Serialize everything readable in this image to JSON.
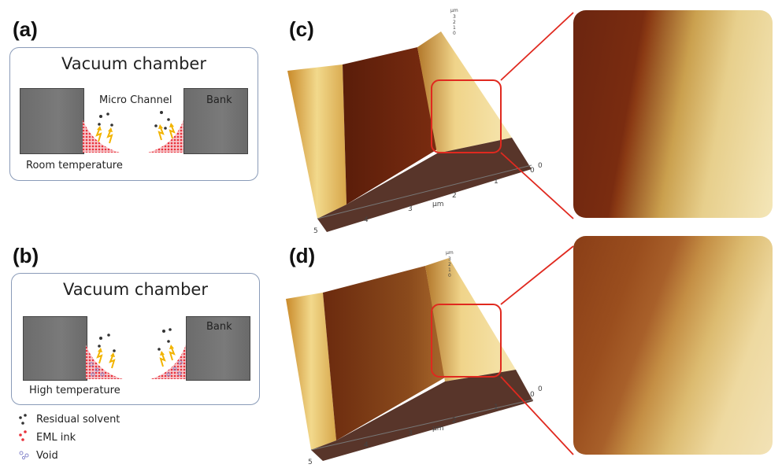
{
  "panels": {
    "a": {
      "label": "(a)",
      "chamber_title": "Vacuum chamber",
      "channel_label": "Micro Channel",
      "bank_label": "Bank",
      "temperature_label": "Room temperature"
    },
    "b": {
      "label": "(b)",
      "chamber_title": "Vacuum chamber",
      "bank_label": "Bank",
      "temperature_label": "High temperature"
    },
    "c": {
      "label": "(c)"
    },
    "d": {
      "label": "(d)"
    }
  },
  "legend": {
    "items": [
      {
        "label": "Residual solvent",
        "icon": "residual-solvent-dots"
      },
      {
        "label": "EML ink",
        "icon": "eml-ink-dots"
      },
      {
        "label": "Void",
        "icon": "void-circles"
      }
    ]
  },
  "afm_axes": {
    "x_unit": "µm",
    "x_ticks": [
      "5",
      "4",
      "3",
      "2",
      "1",
      "0"
    ],
    "depth_tick": "0",
    "z_unit": "µm",
    "z_ticks": [
      "3",
      "2",
      "1",
      "0"
    ]
  },
  "colors": {
    "bank": "#707070",
    "eml_ink": "#e8323c",
    "residual_solvent": "#333333",
    "arrow": "#f2b400",
    "chamber_border": "#8a9bb8",
    "highlight": "#e0291f"
  }
}
